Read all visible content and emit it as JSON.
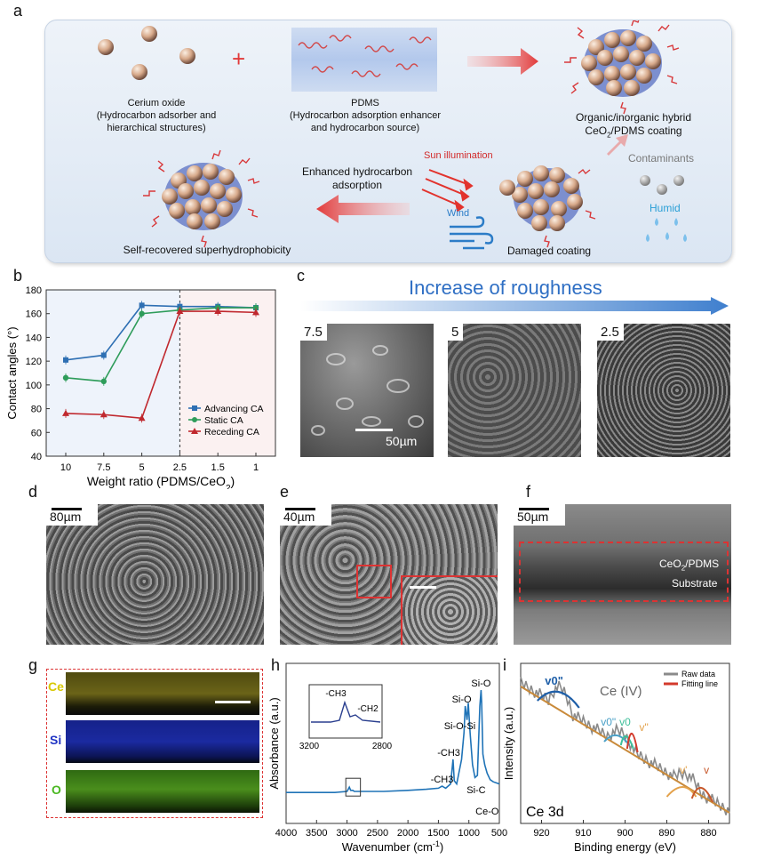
{
  "panels": {
    "a": "a",
    "b": "b",
    "c": "c",
    "d": "d",
    "e": "e",
    "f": "f",
    "g": "g",
    "h": "h",
    "i": "i"
  },
  "panel_a": {
    "cerium_title": "Cerium oxide",
    "cerium_desc1": "(Hydrocarbon adsorber and",
    "cerium_desc2": "hierarchical structures)",
    "pdms_title": "PDMS",
    "pdms_desc1": "(Hydrocarbon adsorption enhancer",
    "pdms_desc2": "and hydrocarbon source)",
    "hybrid1": "Organic/inorganic hybrid",
    "hybrid2_pre": "CeO",
    "hybrid2_sub": "2",
    "hybrid2_post": "/PDMS coating",
    "contaminants": "Contaminants",
    "humid": "Humid",
    "sun": "Sun illumination",
    "wind": "Wind",
    "enhanced1": "Enhanced hydrocarbon",
    "enhanced2": "adsorption",
    "damaged": "Damaged coating",
    "recovered": "Self-recovered superhydrophobicity",
    "plus": "+"
  },
  "panel_c": {
    "title": "Increase of roughness",
    "labels": [
      "7.5",
      "5",
      "2.5"
    ],
    "scale": "50µm"
  },
  "panel_def": {
    "d_scale": "80µm",
    "e_scale": "40µm",
    "f_scale": "50µm",
    "f_layer1_pre": "CeO",
    "f_layer1_sub": "2",
    "f_layer1_post": "/PDMS",
    "f_layer2": "Substrate"
  },
  "panel_g": {
    "elements": [
      "Ce",
      "Si",
      "O"
    ]
  },
  "chart_data": [
    {
      "type": "line",
      "panel": "b",
      "categories": [
        "10",
        "7.5",
        "5",
        "2.5",
        "1.5",
        "1"
      ],
      "series": [
        {
          "name": "Advancing CA",
          "values": [
            121,
            125,
            167,
            166,
            166,
            165
          ],
          "color": "#2e6fb3"
        },
        {
          "name": "Static CA",
          "values": [
            106,
            103,
            160,
            163,
            165,
            165
          ],
          "color": "#2e9c5a"
        },
        {
          "name": "Receding CA",
          "values": [
            76,
            75,
            72,
            162,
            162,
            161
          ],
          "color": "#c0282e"
        }
      ],
      "xlabel_pre": "Weight ratio (PDMS/CeO",
      "xlabel_sub": "2",
      "xlabel_post": ")",
      "ylabel": "Contact angles (°)",
      "ylim": [
        40,
        180
      ],
      "yticks": [
        "40",
        "60",
        "80",
        "100",
        "120",
        "140",
        "160",
        "180"
      ],
      "divider_at": "2.5"
    },
    {
      "type": "line",
      "panel": "h",
      "xlabel_pre": "Wavenumber (cm",
      "xlabel_sup": "-1",
      "xlabel_post": ")",
      "ylabel": "Absorbance (a.u.)",
      "xlim": [
        4000,
        500
      ],
      "xticks": [
        "4000",
        "3500",
        "3000",
        "2500",
        "2000",
        "1500",
        "1000",
        "500"
      ],
      "x": [
        4000,
        3600,
        3200,
        3000,
        2962,
        2940,
        2905,
        2880,
        2800,
        2400,
        2000,
        1700,
        1500,
        1440,
        1412,
        1380,
        1300,
        1260,
        1240,
        1200,
        1120,
        1080,
        1060,
        1030,
        1010,
        980,
        940,
        900,
        860,
        820,
        800,
        790,
        770,
        740,
        700,
        650,
        600,
        550,
        500
      ],
      "y": [
        0.04,
        0.04,
        0.04,
        0.05,
        0.09,
        0.06,
        0.06,
        0.05,
        0.05,
        0.05,
        0.06,
        0.07,
        0.08,
        0.1,
        0.09,
        0.08,
        0.12,
        0.35,
        0.15,
        0.12,
        0.35,
        0.6,
        0.85,
        0.72,
        0.88,
        0.6,
        0.3,
        0.18,
        0.2,
        0.85,
        1.0,
        0.88,
        0.4,
        0.3,
        0.22,
        0.16,
        0.14,
        0.13,
        0.12
      ],
      "annotations": [
        "Si-O",
        "Si-O",
        "Si-O-Si",
        "-CH3",
        "-CH3",
        "Si-C",
        "Ce-O"
      ],
      "inset": {
        "labels": [
          "-CH3",
          "-CH2"
        ],
        "xticks": [
          "3200",
          "2800"
        ]
      }
    },
    {
      "type": "line",
      "panel": "i",
      "xlabel": "Binding energy (eV)",
      "ylabel": "Intensity (a.u.)",
      "xlim": [
        925,
        875
      ],
      "xticks": [
        "920",
        "910",
        "900",
        "890",
        "880"
      ],
      "series_names": [
        "Raw data",
        "Fitting line"
      ],
      "peaks": [
        "v0\"",
        "v0\"",
        "v0",
        "v\"",
        "v'",
        "v"
      ],
      "annotations": [
        "Ce (IV)",
        "Ce 3d"
      ]
    }
  ]
}
